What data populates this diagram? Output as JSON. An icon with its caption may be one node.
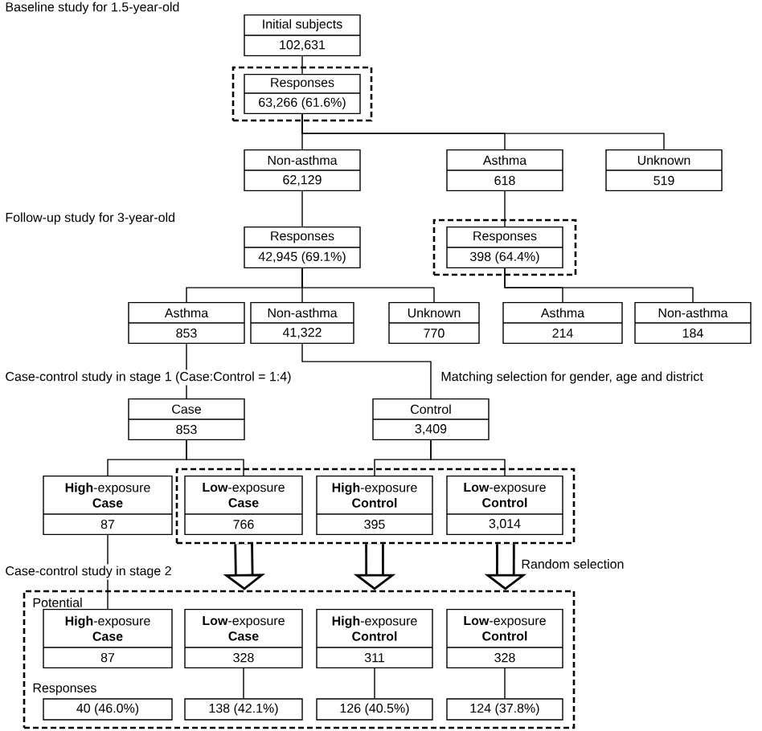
{
  "diagram": {
    "nodes": [
      {
        "text": [
          "Initial subjects",
          "102,631"
        ]
      },
      {
        "text": [],
        "shape": "box"
      },
      {
        "text": [
          "Responses",
          "63,266 (61.6%)"
        ],
        "in": 1
      },
      {
        "text": [
          "Non-asthma",
          "62,129"
        ]
      },
      {
        "text": [
          "Asthma",
          "618"
        ]
      },
      {
        "text": [
          "Unknown",
          "519"
        ]
      },
      {
        "text": [
          "Responses",
          "42,945 (69.1%)"
        ]
      },
      {
        "text": [],
        "shape": "box"
      },
      {
        "text": [
          "Responses",
          "398 (64.4%)"
        ],
        "in": 7
      },
      {
        "text": [
          "Asthma",
          "853"
        ]
      },
      {
        "text": [
          "Non-asthma",
          "41,322"
        ]
      },
      {
        "text": [
          "Unknown",
          "770"
        ]
      },
      {
        "text": [
          "Asthma",
          "214"
        ]
      },
      {
        "text": [
          "Non-asthma",
          "184"
        ]
      },
      {
        "text": [
          "Case",
          "853"
        ]
      },
      {
        "text": [
          "Control",
          "3,409"
        ]
      },
      {
        "text": [
          "**High**-exposure",
          "Case",
          "87"
        ]
      },
      {
        "text": [],
        "shape": "box"
      },
      {
        "text": [
          "**Low**-exposure",
          "Case",
          "766"
        ],
        "in": 17
      },
      {
        "text": [
          "**High**-exposure",
          "Control",
          "395"
        ],
        "in": 17
      },
      {
        "text": [
          "**Low**-exposure",
          "Control",
          "3,014"
        ],
        "in": 17
      },
      {
        "text": [],
        "shape": "box"
      },
      {
        "text": [
          "**High**-exposure",
          "Case",
          "87"
        ],
        "in": 21
      },
      {
        "text": [
          "**Low**-exposure",
          "Case",
          "328"
        ],
        "in": 21
      },
      {
        "text": [
          "**High**-exposure",
          "Control",
          "311"
        ],
        "in": 21
      },
      {
        "text": [
          "**Low**-exposure",
          "Control",
          "328"
        ],
        "in": 21
      },
      {
        "text": [
          "40 (46.0%)"
        ],
        "in": 21
      },
      {
        "text": [
          "138 (42.1%)"
        ],
        "in": 21
      },
      {
        "text": [
          "126 (40.5%)"
        ],
        "in": 21
      },
      {
        "text": [
          "124 (37.8%)"
        ],
        "in": 21
      }
    ],
    "edges": [
      {
        "from": 0,
        "to": 2,
        "arrow": "none"
      },
      {
        "from": 2,
        "to": 3,
        "arrow": "none"
      },
      {
        "from": 2,
        "to": 4,
        "arrow": "none"
      },
      {
        "from": 2,
        "to": 5,
        "arrow": "none"
      },
      {
        "from": 3,
        "to": 6,
        "arrow": "none"
      },
      {
        "from": 4,
        "to": 8,
        "arrow": "none"
      },
      {
        "from": 6,
        "to": 9,
        "arrow": "none"
      },
      {
        "from": 6,
        "to": 10,
        "arrow": "none"
      },
      {
        "from": 6,
        "to": 11,
        "arrow": "none"
      },
      {
        "from": 8,
        "to": 12,
        "arrow": "none"
      },
      {
        "from": 8,
        "to": 13,
        "arrow": "none"
      },
      {
        "from": 9,
        "to": 14,
        "arrow": "none"
      },
      {
        "from": 10,
        "to": 15,
        "arrow": "none"
      },
      {
        "from": 14,
        "to": 16,
        "arrow": "none"
      },
      {
        "from": 14,
        "to": 18,
        "arrow": "none"
      },
      {
        "from": 15,
        "to": 19,
        "arrow": "none"
      },
      {
        "from": 15,
        "to": 20,
        "arrow": "none"
      },
      {
        "from": 16,
        "to": 22,
        "arrow": "none"
      },
      {
        "from": 17,
        "to": 21,
        "arrow": "to",
        "style": "thick"
      },
      {
        "from": 17,
        "to": 21,
        "arrow": "to",
        "style": "thick"
      },
      {
        "from": 17,
        "to": 21,
        "arrow": "to",
        "style": "thick"
      },
      {
        "from": 23,
        "to": 27,
        "arrow": "none"
      },
      {
        "from": 24,
        "to": 28,
        "arrow": "none"
      },
      {
        "from": 25,
        "to": 29,
        "arrow": "none"
      }
    ],
    "labels": [
      "Baseline study for 1.5-year-old",
      "Follow-up study for 3-year-old",
      "Case-control study  in stage 1 (Case:Control = 1:4)",
      "Matching selection for gender, age and district",
      "Case-control study  in stage 2",
      "Random selection",
      "Potential",
      "Responses"
    ]
  }
}
